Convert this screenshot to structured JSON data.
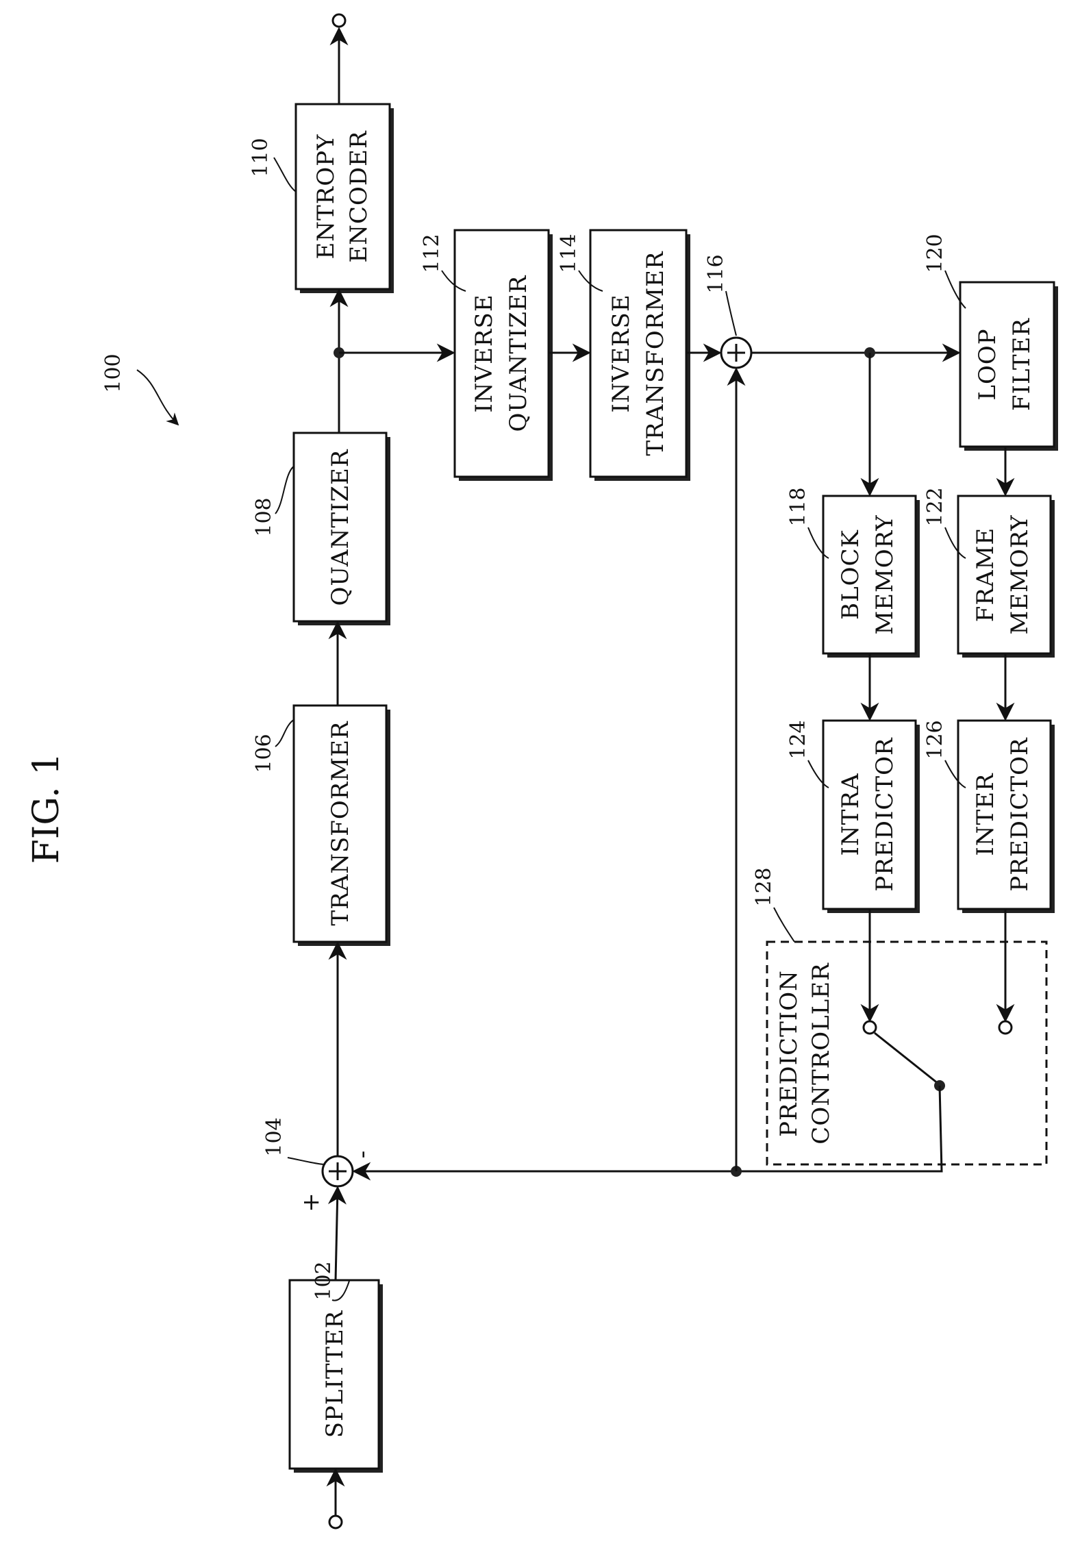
{
  "figure": {
    "title": "FIG. 1",
    "ref": "100"
  },
  "blocks": {
    "splitter": {
      "label": "SPLITTER",
      "ref": "102"
    },
    "subtractor": {
      "ref": "104",
      "plus": "+",
      "minus": "-"
    },
    "transformer": {
      "label": "TRANSFORMER",
      "ref": "106"
    },
    "quantizer": {
      "label": "QUANTIZER",
      "ref": "108"
    },
    "entropy_encoder": {
      "line1": "ENTROPY",
      "line2": "ENCODER",
      "ref": "110"
    },
    "inverse_quantizer": {
      "line1": "INVERSE",
      "line2": "QUANTIZER",
      "ref": "112"
    },
    "inverse_transformer": {
      "line1": "INVERSE",
      "line2": "TRANSFORMER",
      "ref": "114"
    },
    "adder": {
      "ref": "116"
    },
    "block_memory": {
      "line1": "BLOCK",
      "line2": "MEMORY",
      "ref": "118"
    },
    "loop_filter": {
      "line1": "LOOP",
      "line2": "FILTER",
      "ref": "120"
    },
    "frame_memory": {
      "line1": "FRAME",
      "line2": "MEMORY",
      "ref": "122"
    },
    "intra_predictor": {
      "line1": "INTRA",
      "line2": "PREDICTOR",
      "ref": "124"
    },
    "inter_predictor": {
      "line1": "INTER",
      "line2": "PREDICTOR",
      "ref": "126"
    },
    "prediction_controller": {
      "line1": "PREDICTION",
      "line2": "CONTROLLER",
      "ref": "128"
    }
  }
}
